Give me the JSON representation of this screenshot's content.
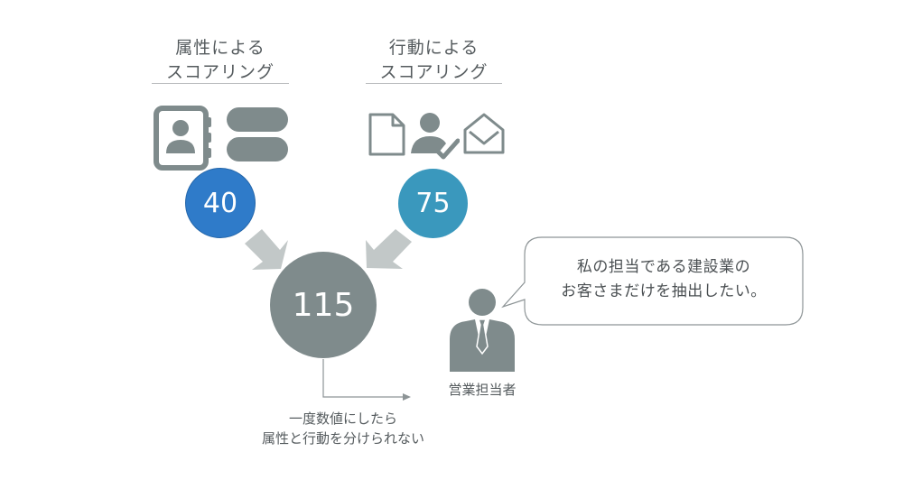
{
  "attribute_scoring": {
    "title_line1": "属性による",
    "title_line2": "スコアリング",
    "score": "40"
  },
  "behavior_scoring": {
    "title_line1": "行動による",
    "title_line2": "スコアリング",
    "score": "75"
  },
  "total": {
    "score": "115"
  },
  "caption": {
    "line1": "一度数値にしたら",
    "line2": "属性と行動を分けられない"
  },
  "speaker": {
    "role": "営業担当者"
  },
  "bubble": {
    "line1": "私の担当である建設業の",
    "line2": "お客さまだけを抽出したい。"
  },
  "colors": {
    "icon_gray": "#7f8b8c",
    "blue": "#2f7bc9",
    "teal": "#3a98bd",
    "arrow_gray": "#c2c8c8"
  }
}
